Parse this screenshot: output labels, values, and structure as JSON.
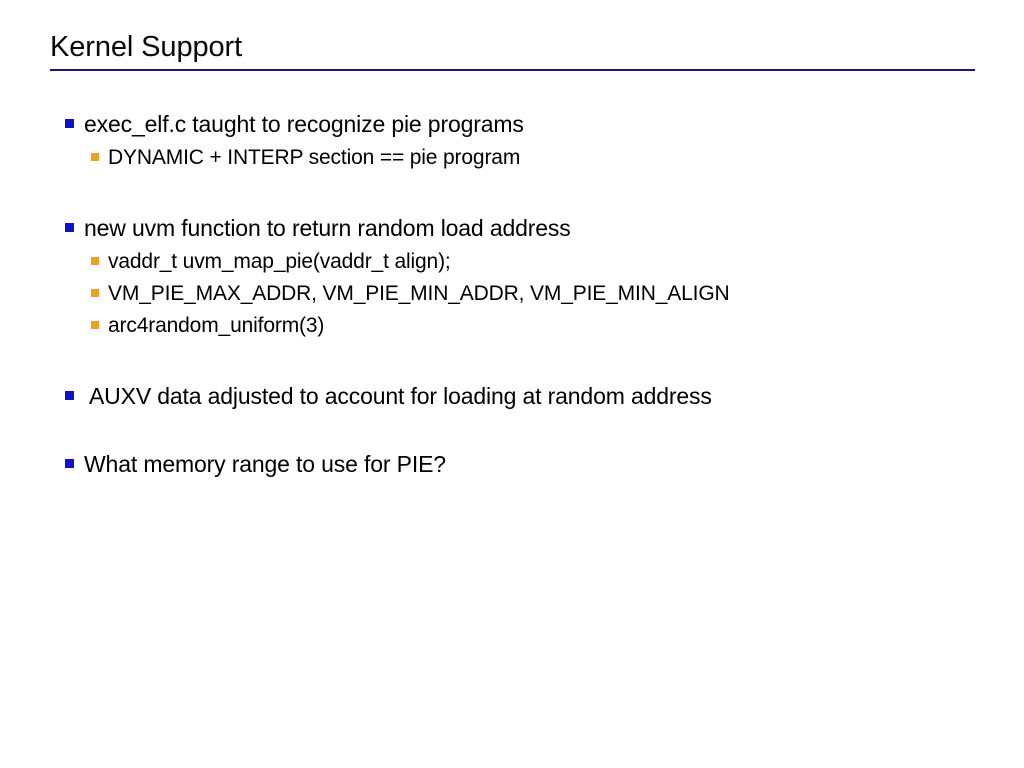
{
  "slide": {
    "title": "Kernel Support",
    "rule_color": "#1a1a6e",
    "background": "#ffffff",
    "text_color": "#000000",
    "bullet_level1_color": "#1111cc",
    "bullet_level2_color": "#f0a020"
  },
  "bullets": [
    {
      "level": 1,
      "marker": "blue-square-bullet",
      "text": "exec_elf.c taught to recognize pie programs"
    },
    {
      "level": 2,
      "marker": "orange-square-bullet",
      "text": "DYNAMIC + INTERP section == pie program"
    },
    {
      "level": 1,
      "marker": "blue-square-bullet",
      "text": "new uvm function to return random load address"
    },
    {
      "level": 2,
      "marker": "orange-square-bullet",
      "text": "vaddr_t uvm_map_pie(vaddr_t align);"
    },
    {
      "level": 2,
      "marker": "orange-square-bullet",
      "text": "VM_PIE_MAX_ADDR, VM_PIE_MIN_ADDR, VM_PIE_MIN_ALIGN"
    },
    {
      "level": 2,
      "marker": "orange-square-bullet",
      "text": "arc4random_uniform(3)"
    },
    {
      "level": 1,
      "marker": "blue-square-bullet",
      "text": " AUXV data adjusted to account for loading at random address"
    },
    {
      "level": 1,
      "marker": "blue-square-bullet",
      "text": "What memory range to use for PIE?"
    }
  ]
}
